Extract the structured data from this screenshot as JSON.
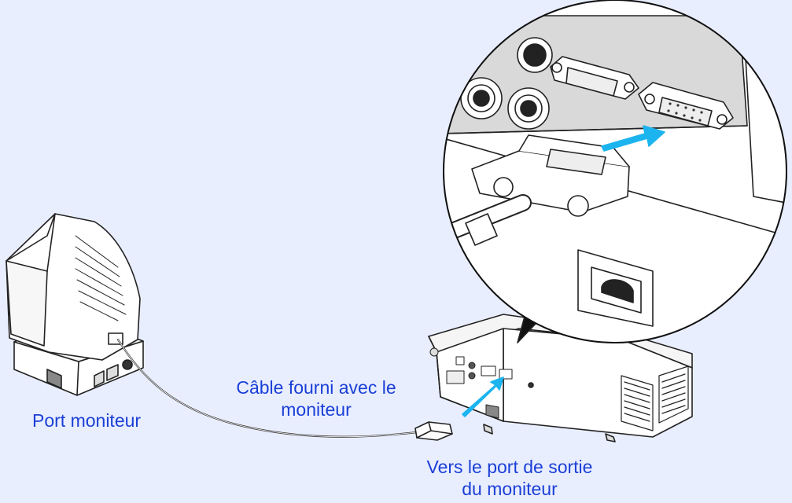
{
  "labels": {
    "monitor_port": "Port moniteur",
    "cable_line1": "Câble fourni avec le",
    "cable_line2": "moniteur",
    "destination_line1": "Vers le port de sortie",
    "destination_line2": "du moniteur"
  },
  "colors": {
    "background": "#e9eeff",
    "label_text": "#1a3fd6",
    "arrow": "#1cb4ee",
    "line": "#222222",
    "device_fill": "#ffffff",
    "panel_fill": "#dddddd"
  },
  "icons": [
    "monitor-icon",
    "cable-icon",
    "projector-icon",
    "vga-connector-icon",
    "arrow-icon",
    "magnifier-callout-icon"
  ]
}
